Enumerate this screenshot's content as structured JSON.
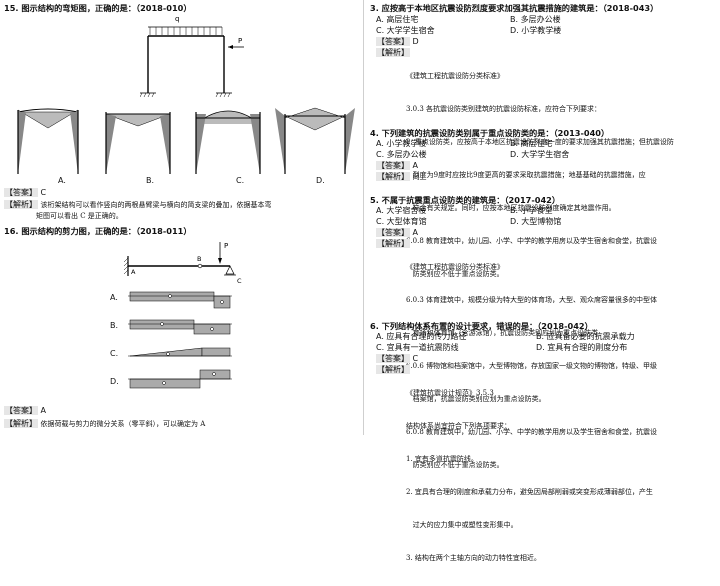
{
  "left": {
    "q15": {
      "title": "15. 图示结构的弯矩图，正确的是：（2018-010）",
      "frame_labels": {
        "q": "q",
        "p": "P"
      },
      "option_labels": [
        "A.",
        "B.",
        "C.",
        "D."
      ],
      "answer_tag": "【答案】",
      "answer": "C",
      "analysis_tag": "【解析】",
      "analysis_l1": "该桁架结构可以看作竖向的两根悬臂梁与横向的简支梁的叠加，依据基本弯",
      "analysis_l2": "矩图可以看出 C 是正确的。"
    },
    "q16": {
      "title": "16. 图示结构的剪力图，正确的是：（2018-011）",
      "beam_labels": {
        "p": "P",
        "a": "A",
        "b": "B",
        "c": "C"
      },
      "option_labels": [
        "A.",
        "B.",
        "C.",
        "D."
      ],
      "answer_tag": "【答案】",
      "answer": "A",
      "analysis_tag": "【解析】",
      "analysis": "依据荷载与剪力的微分关系（零平斜），可以确定为 A"
    }
  },
  "right": {
    "q3": {
      "title": "3. 应按高于本地区抗震设防烈度要求加强其抗震措施的建筑是：（2018-043）",
      "options": [
        "A. 高层住宅",
        "B. 多层办公楼",
        "C. 大学学生宿舍",
        "D. 小学教学楼"
      ],
      "answer_tag": "【答案】",
      "answer": "D",
      "analysis_tag": "【解析】",
      "analysis_lines": [
        "《建筑工程抗震设防分类标准》",
        "3.0.3 各抗震设防类别建筑的抗震设防标准，应符合下列要求：",
        "2. 重点设防类，应按高于本地区抗震设防烈度一度的要求加强其抗震措施；但抗震设防",
        "   烈度为9度时应按比9度更高的要求采取抗震措施；地基基础的抗震措施，应",
        "   符合有关规定。同时，应按本地区抗震设防烈度确定其地震作用。",
        "6.0.8 教育建筑中，幼儿园、小学、中学的教学用房以及学生宿舍和食堂，抗震设",
        "   防类别应不低于重点设防类。"
      ]
    },
    "q4": {
      "title": "4. 下列建筑的抗震设防类别属于重点设防类的是：（2013-040）",
      "options": [
        "A. 小学教学楼",
        "B. 高层住宅",
        "C. 多层办公楼",
        "D. 大学学生宿舍"
      ],
      "answer_tag": "【答案】",
      "answer": "A",
      "analysis_tag": "【解析】",
      "analysis": "同上"
    },
    "q5": {
      "title": "5. 不属于抗震重点设防类的建筑是：（2017-042）",
      "options": [
        "A. 大学宿舍楼",
        "B. 小学食堂",
        "C. 大型体育馆",
        "D. 大型博物馆"
      ],
      "answer_tag": "【答案】",
      "answer": "A",
      "analysis_tag": "【解析】",
      "analysis_lines": [
        "《建筑工程抗震设防分类标准》",
        "6.0.3 体育建筑中，规模分级为特大型的体育场，大型、观众席容量很多的中型体",
        "   育场和体育馆（含游泳馆），抗震设防类别应划为重点设防类",
        "6.0.6 博物馆和档案馆中，大型博物馆，存放国家一级文物的博物馆，特级、甲级",
        "   档案馆，抗震设防类别应划为重点设防类。",
        "6.0.8 教育建筑中，幼儿园、小学、中学的教学用房以及学生宿舍和食堂，抗震设",
        "   防类别应不低于重点设防类。"
      ]
    },
    "q6": {
      "title": "6. 下列结构体系布置的设计要求，错误的是：（2018-042）",
      "options": [
        "A. 应具有合理的传力路径",
        "B. 应具备必要的抗震承载力",
        "C. 宜具有一道抗震防线",
        "D. 宜具有合理的刚度分布"
      ],
      "answer_tag": "【答案】",
      "answer": "C",
      "analysis_tag": "【解析】",
      "analysis_lines": [
        "《建筑抗震设计规范》3.5.3",
        "结构体系尚宜符合下列各项要求：",
        "1. 宜有多道抗震防线。",
        "2. 宜具有合理的刚度和承载力分布，避免因局部削弱或突变形成薄弱部位，产生",
        "   过大的应力集中或塑性变形集中。",
        "3. 结构在两个主轴方向的动力特性宜相近。"
      ]
    }
  }
}
